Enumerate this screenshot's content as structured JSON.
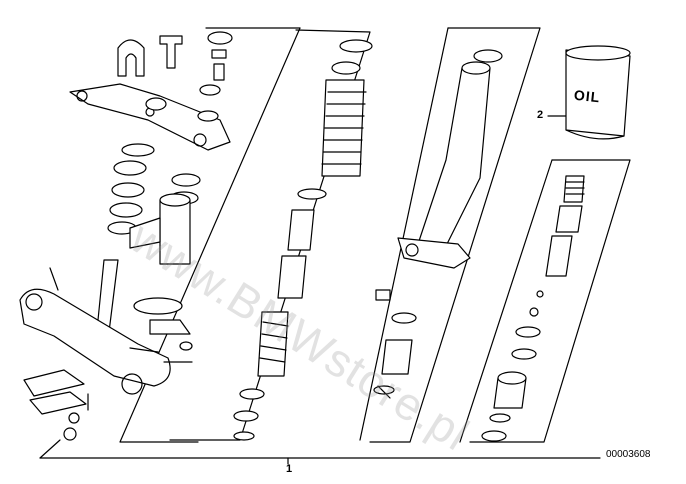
{
  "diagram": {
    "callouts": [
      {
        "id": "1",
        "label": "1"
      },
      {
        "id": "2",
        "label": "2"
      }
    ],
    "oil_can_text": "OIL",
    "drawing_number": "00003608",
    "watermark": "www.BMWstore.pl"
  },
  "colors": {
    "line": "#000000",
    "background": "#ffffff",
    "watermark": "#9a9a9a"
  }
}
